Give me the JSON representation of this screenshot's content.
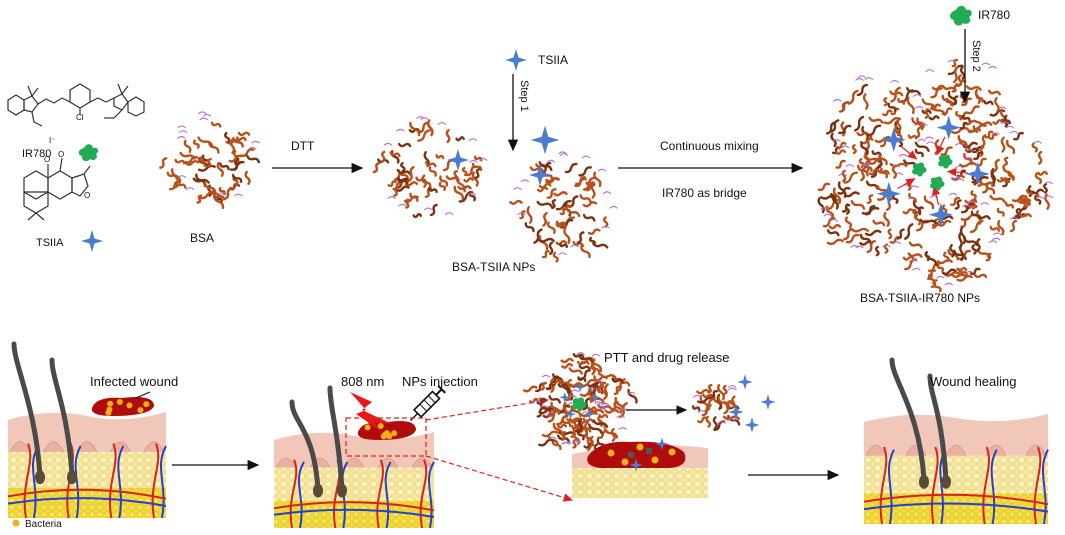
{
  "colors": {
    "protein": "#b8521c",
    "protein_dark": "#7a3210",
    "tsiia": "#4a7ccf",
    "ir780": "#22aa55",
    "wound": "#b00c0c",
    "bacteria": "#f2b01a",
    "skin_pink": "#f0c7b8",
    "fat_yellow": "#f7e79a",
    "subcut_yellow": "#f2dc3a",
    "vessel_red": "#d8201e",
    "vessel_blue": "#2640c8",
    "hair": "#4a4a4a",
    "laser": "#e81818",
    "dashed": "#e02020"
  },
  "top": {
    "ir780_label": "IR780",
    "iodide_label": "I⁻",
    "tsiia_label": "TSIIA",
    "bsa_label": "BSA",
    "dtt_label": "DTT",
    "tsiia_reagent_label": "TSIIA",
    "step1_label": "Step 1",
    "bsa_tsiia_label": "BSA-TSIIA NPs",
    "continuous_mixing_label": "Continuous mixing",
    "ir780_bridge_label": "IR780 as bridge",
    "ir780_reagent_label": "IR780",
    "step2_label": "Step 2",
    "final_np_label": "BSA-TSIIA-IR780 NPs"
  },
  "bottom": {
    "infected_wound_label": "Infected wound",
    "bacteria_label": "Bacteria",
    "laser_label": "808 nm",
    "injection_label": "NPs injection",
    "ptt_label": "PTT and drug release",
    "healing_label": "Wound healing"
  }
}
